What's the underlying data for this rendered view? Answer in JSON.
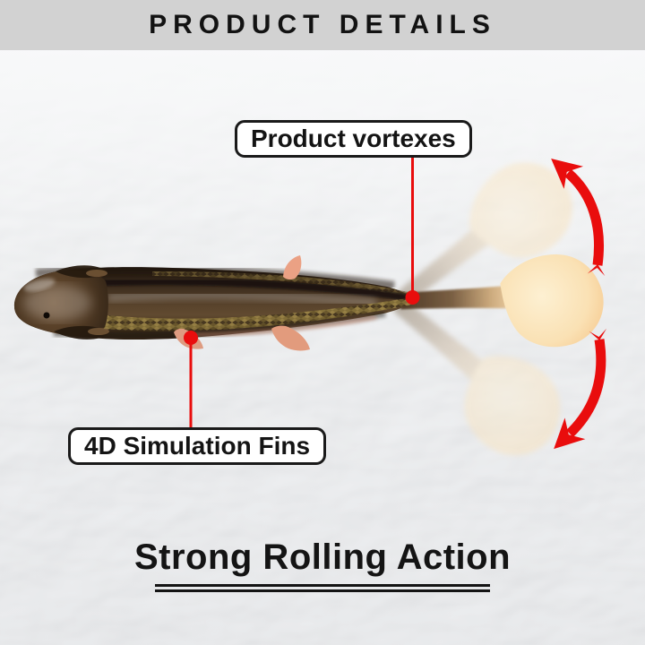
{
  "header": {
    "title": "PRODUCT DETAILS"
  },
  "callouts": {
    "vortex": {
      "label": "Product vortexes"
    },
    "fins": {
      "label": "4D Simulation Fins"
    }
  },
  "caption": {
    "text": "Strong Rolling Action"
  },
  "icons": {
    "tail_swing_up_arrow": "curved-arrow-up",
    "tail_swing_down_arrow": "curved-arrow-down",
    "pointer_dot": "red-dot-marker"
  },
  "colors": {
    "accent_red": "#e90d0d",
    "header_bg": "#d2d2d2",
    "water_base": "#eef0f2",
    "label_border": "#1a1a1a",
    "label_bg": "#ffffff",
    "text": "#141414",
    "lure_body": "#4a3523",
    "lure_scales": "#9d8647",
    "tail_fin_peach": "#f6c992",
    "fin_pink": "#e29b7d"
  }
}
